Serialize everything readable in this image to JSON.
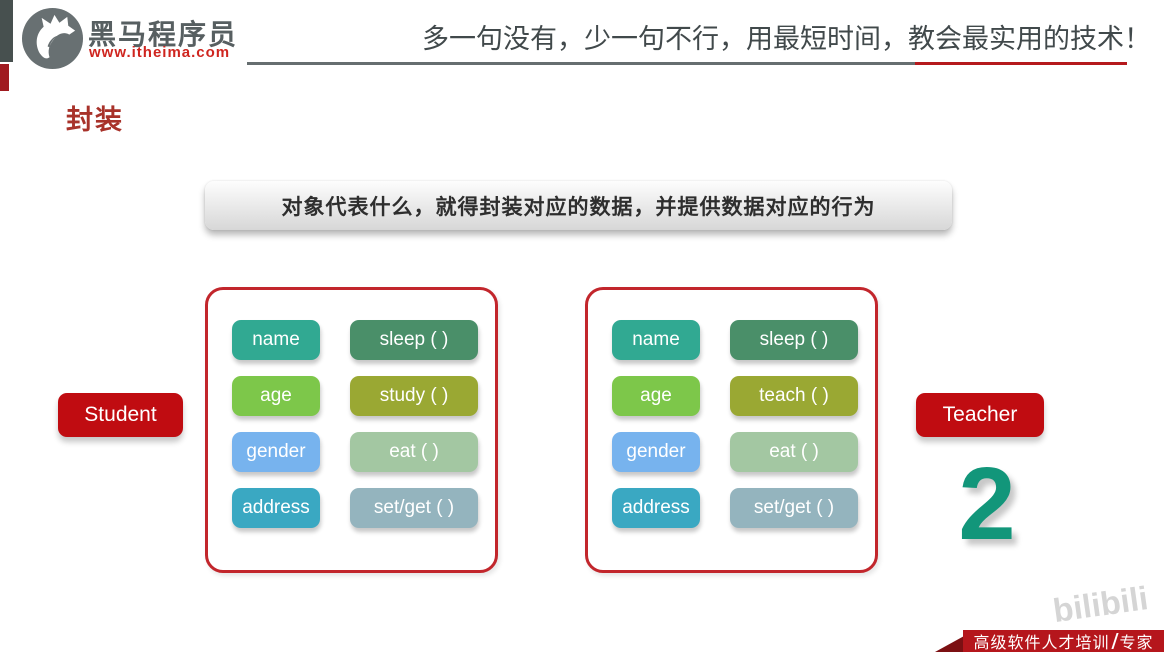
{
  "header": {
    "brand": "黑马程序员",
    "brand_url": "www.itheima.com",
    "logo_icon": "horse-logo-icon",
    "tagline": "多一句没有，少一句不行，用最短时间，教会最实用的技术！"
  },
  "slide": {
    "title": "封装",
    "banner": "对象代表什么，就得封装对应的数据，并提供数据对应的行为",
    "page_number": "2",
    "classes": [
      {
        "name": "Student",
        "attributes": [
          {
            "label": "name",
            "color": "#31a992"
          },
          {
            "label": "age",
            "color": "#7dc74a"
          },
          {
            "label": "gender",
            "color": "#77b3ee"
          },
          {
            "label": "address",
            "color": "#3aa8c2"
          }
        ],
        "methods": [
          {
            "label": "sleep ( )",
            "color": "#4a8f69"
          },
          {
            "label": "study ( )",
            "color": "#9aa833"
          },
          {
            "label": "eat ( )",
            "color": "#a3c7a2"
          },
          {
            "label": "set/get ( )",
            "color": "#94b4be"
          }
        ]
      },
      {
        "name": "Teacher",
        "attributes": [
          {
            "label": "name",
            "color": "#31a992"
          },
          {
            "label": "age",
            "color": "#7dc74a"
          },
          {
            "label": "gender",
            "color": "#77b3ee"
          },
          {
            "label": "address",
            "color": "#3aa8c2"
          }
        ],
        "methods": [
          {
            "label": "sleep ( )",
            "color": "#4a8f69"
          },
          {
            "label": "teach ( )",
            "color": "#9aa833"
          },
          {
            "label": "eat ( )",
            "color": "#a3c7a2"
          },
          {
            "label": "set/get ( )",
            "color": "#94b4be"
          }
        ]
      }
    ]
  },
  "footer": {
    "watermark": "bilibili",
    "ribbon_left": "高级软件人才培训",
    "ribbon_right": "专家"
  },
  "colors": {
    "box_border_red": "#c2262c",
    "label_red": "#c00c11",
    "title_red": "#a8322a",
    "ribbon_red": "#b5161c",
    "ribbon_triangle_dark_red": "#7c1013",
    "page_number_green": "#12967a",
    "brand_gray": "#575f61",
    "brand_url_red": "#cf251f"
  }
}
